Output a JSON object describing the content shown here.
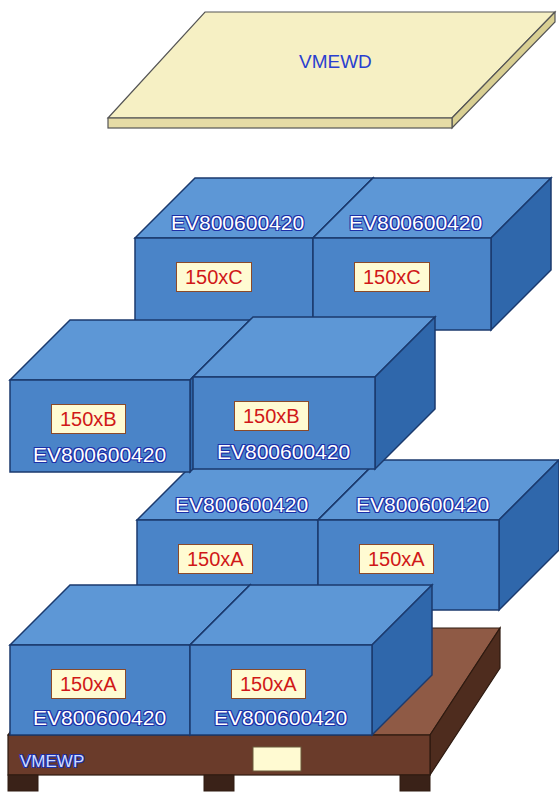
{
  "diagram": {
    "nodes": [
      {
        "text": [
          "VMEWD"
        ]
      },
      {
        "text": [
          "EV800600420"
        ]
      },
      {
        "text": [
          "150xC"
        ],
        "in": 1
      },
      {
        "text": [
          "EV800600420"
        ]
      },
      {
        "text": [
          "150xC"
        ],
        "in": 3
      },
      {
        "text": [
          "EV800600420"
        ]
      },
      {
        "text": [
          "150xB"
        ],
        "in": 5
      },
      {
        "text": [
          "EV800600420"
        ]
      },
      {
        "text": [
          "150xB"
        ],
        "in": 7
      },
      {
        "text": [
          "EV800600420"
        ]
      },
      {
        "text": [
          "150xA"
        ],
        "in": 9
      },
      {
        "text": [
          "EV800600420"
        ]
      },
      {
        "text": [
          "150xA"
        ],
        "in": 11
      },
      {
        "text": [
          "EV800600420"
        ]
      },
      {
        "text": [
          "150xA"
        ],
        "in": 13
      },
      {
        "text": [
          "EV800600420"
        ]
      },
      {
        "text": [
          "150xA"
        ],
        "in": 15
      },
      {
        "text": [
          "VMEWP"
        ]
      }
    ]
  }
}
